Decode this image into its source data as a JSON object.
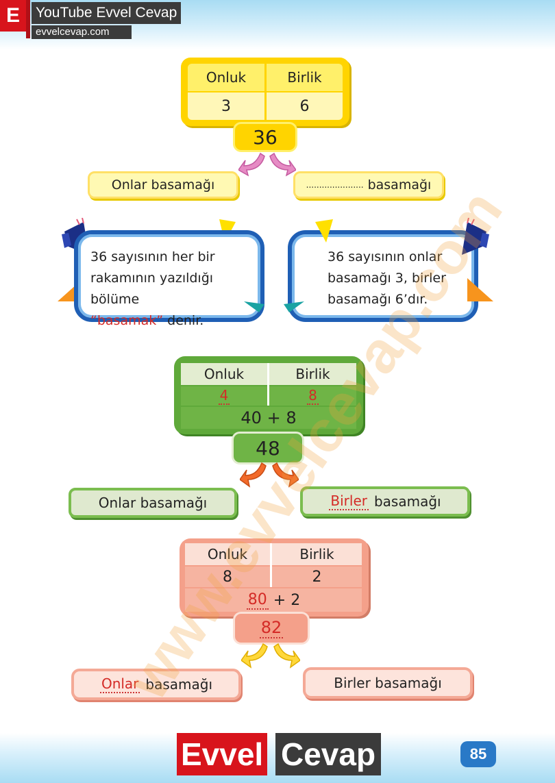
{
  "header": {
    "logo_letter": "E",
    "title": "YouTube Evvel Cevap",
    "url": "evvelcevap.com"
  },
  "section1": {
    "col_tens": "Onluk",
    "col_ones": "Birlik",
    "tens_value": "3",
    "ones_value": "6",
    "number": "36",
    "label_left": "Onlar basamağı",
    "label_right_blank": "......................",
    "label_right_text": "basamağı"
  },
  "info": {
    "left_line1": "36 sayısının her bir",
    "left_line2": "rakamının yazıldığı bölüme",
    "left_highlight": "“basamak”",
    "left_end": " denir.",
    "right_line1": "36 sayısının onlar",
    "right_line2": "basamağı 3, birler",
    "right_line3": "basamağı 6’dır."
  },
  "section2": {
    "col_tens": "Onluk",
    "col_ones": "Birlik",
    "tens_value": "4",
    "ones_value": "8",
    "expansion": "40 + 8",
    "number": "48",
    "label_left": "Onlar basamağı",
    "label_right_fill": "Birler",
    "label_right_text": "basamağı"
  },
  "section3": {
    "col_tens": "Onluk",
    "col_ones": "Birlik",
    "tens_value": "8",
    "ones_value": "2",
    "expansion_fill": "80",
    "expansion_rest": " + 2",
    "number": "82",
    "label_left_fill": "Onlar",
    "label_left_text": "basamağı",
    "label_right": "Birler basamağı"
  },
  "footer": {
    "brand_part1": "Evvel",
    "brand_part2": "Cevap",
    "page_number": "85"
  },
  "watermark": "www.evvelcevap.com",
  "colors": {
    "brand_red": "#d8141c",
    "answer_red": "#d42b27",
    "yellow": "#ffd400",
    "green": "#5fa93a",
    "salmon": "#f4a08a",
    "blue": "#1f5fb5"
  }
}
